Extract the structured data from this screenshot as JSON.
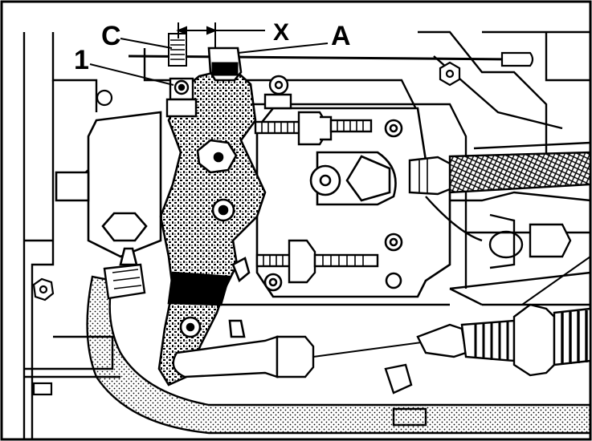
{
  "figure": {
    "callouts": {
      "c": "C",
      "one": "1",
      "x": "X",
      "a": "A"
    },
    "colors": {
      "ink": "#000000",
      "paper": "#ffffff",
      "dot": "#000000"
    }
  }
}
